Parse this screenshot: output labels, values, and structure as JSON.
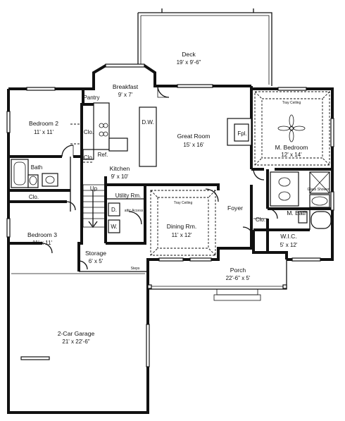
{
  "plan": {
    "rooms": [
      {
        "id": "deck",
        "name": "Deck",
        "size": "19' x 9'-6\""
      },
      {
        "id": "breakfast",
        "name": "Breakfast",
        "size": "9' x 7'"
      },
      {
        "id": "bedroom2",
        "name": "Bedroom 2",
        "size": "11' x 11'"
      },
      {
        "id": "greatroom",
        "name": "Great Room",
        "size": "15' x 16'"
      },
      {
        "id": "mbedroom",
        "name": "M. Bedroom",
        "size": "12' x 14'"
      },
      {
        "id": "kitchen",
        "name": "Kitchen",
        "size": "9' x 10'"
      },
      {
        "id": "dining",
        "name": "Dining Rm.",
        "size": "11' x 12'"
      },
      {
        "id": "bedroom3",
        "name": "Bedroom 3",
        "size": "11' x 11'"
      },
      {
        "id": "storage",
        "name": "Storage",
        "size": "6' x 5'"
      },
      {
        "id": "wic",
        "name": "W.I.C.",
        "size": "5' x 12'"
      },
      {
        "id": "porch",
        "name": "Porch",
        "size": "22'-6\" x 5'"
      },
      {
        "id": "garage",
        "name": "2-Car Garage",
        "size": "21' x 22'-6\""
      }
    ],
    "labels": {
      "pantry": "Pantry",
      "clo": "Clo.",
      "dw": "D.W.",
      "ref": "Ref.",
      "bath": "Bath",
      "up": "Up",
      "utility": "Utility Rm.",
      "d": "D.",
      "w": "W.",
      "attic": "attic Access",
      "foyer": "Foyer",
      "mbath": "M. Bath",
      "fireplace": "Fpl.",
      "tray_ceiling": "Tray Ceiling",
      "steps": "Steps",
      "glass_shower": "Glass Shower"
    }
  }
}
